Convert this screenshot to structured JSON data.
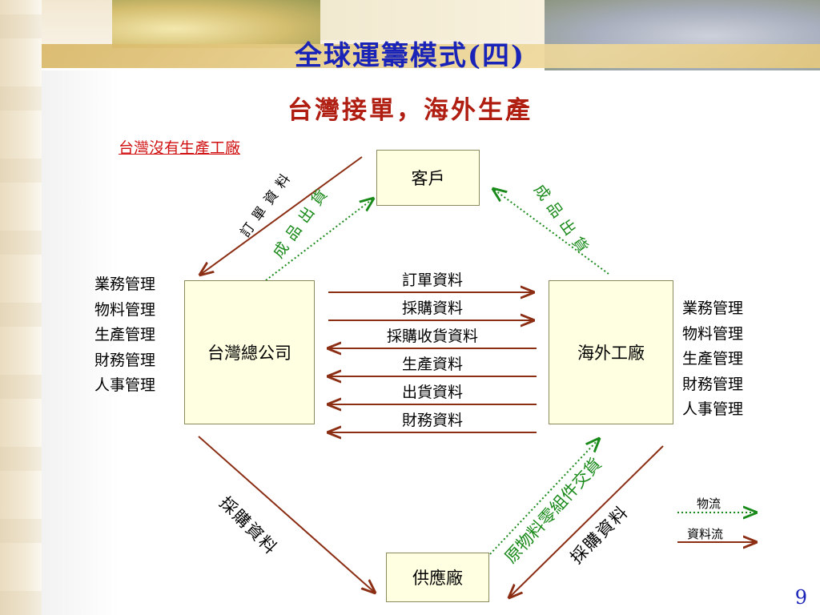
{
  "title": "全球運籌模式(四)",
  "subtitle": "台灣接單，海外生產",
  "note": "台灣沒有生產工廠",
  "nodes": {
    "customer": "客戶",
    "hq": "台灣總公司",
    "factory": "海外工廠",
    "supplier": "供應廠"
  },
  "functions_left": [
    "業務管理",
    "物料管理",
    "生產管理",
    "財務管理",
    "人事管理"
  ],
  "functions_right": [
    "業務管理",
    "物料管理",
    "生產管理",
    "財務管理",
    "人事管理"
  ],
  "flows_middle": [
    "訂單資料",
    "採購資料",
    "採購收貨資料",
    "生產資料",
    "出貨資料",
    "財務資料"
  ],
  "diag_labels": {
    "order_data": "訂單資料",
    "hq_goods_out": "成品出貨",
    "factory_goods_out": "成品出貨",
    "hq_purchase": "採購資料",
    "materials_delivery": "原物料零組件交貨",
    "factory_purchase": "採購資料"
  },
  "legend": {
    "material_flow": "物流",
    "data_flow": "資料流"
  },
  "page_number": "9",
  "colors": {
    "title": "#1a23b8",
    "subtitle": "#b01e12",
    "note": "#d01010",
    "data_flow": "#8b2e14",
    "material_flow": "#1a8a1a",
    "box_fill": "#ffffe1"
  }
}
